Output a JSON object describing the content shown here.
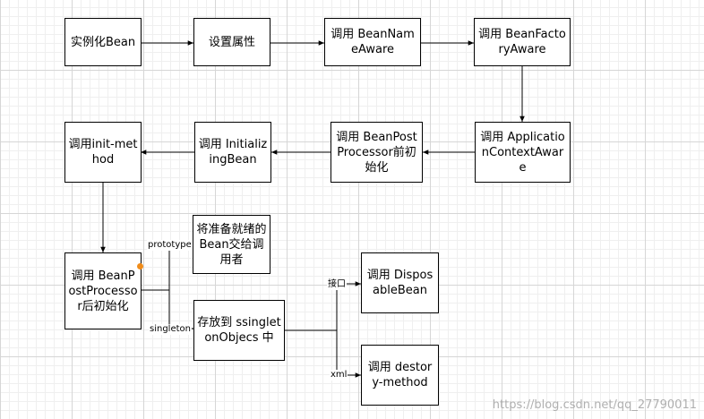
{
  "nodes": {
    "instantiate": "实例化Bean",
    "set_props": "设置属性",
    "bean_name_aware": "调用 BeanNameAware",
    "bean_factory_aware": "调用 BeanFactoryAware",
    "app_context_aware": "调用 ApplicationContextAware",
    "bpp_before": "调用 BeanPostProcessor前初始化",
    "initializing_bean": "调用 InitializingBean",
    "init_method": "调用init-method",
    "bpp_after": "调用 BeanPostProcessor后初始化",
    "give_to_caller": "将准备就绪的Bean交给调用者",
    "store_singleton": "存放到 ssingletonObjecs 中",
    "disposable_bean": "调用 DisposableBean",
    "destroy_method": "调用 destory-method"
  },
  "edge_labels": {
    "prototype": "prototype",
    "singleton": "singleton",
    "interface": "接口",
    "xml": "xml"
  },
  "watermark": "https://blog.csdn.net/qq_27790011",
  "colors": {
    "stroke": "#000000",
    "accent_dot": "#f08c1a",
    "grid": "#d6d6d6"
  }
}
